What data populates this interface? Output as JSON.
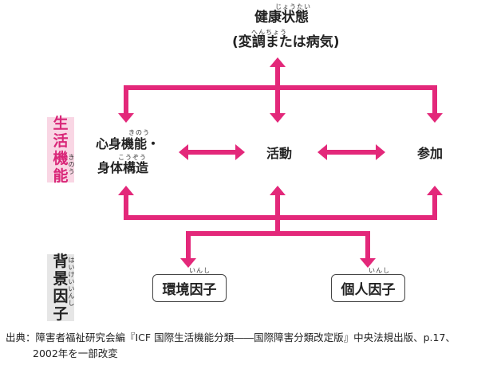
{
  "colors": {
    "arrow": "#e3287a",
    "life_bg": "#f9d6e4",
    "life_text": "#d92678",
    "bg_box": "#e6e6e6"
  },
  "health": {
    "title": "健康状態",
    "title_ruby": "じょうたい",
    "subtitle": "(変調または病気)",
    "subtitle_ruby": "へんちょう"
  },
  "side_labels": {
    "life": {
      "chars": [
        "生",
        "活",
        "機",
        "能"
      ],
      "ruby": "きのう"
    },
    "background": {
      "chars": [
        "背",
        "景",
        "因",
        "子"
      ],
      "ruby": "はいけいいんし"
    }
  },
  "nodes": {
    "body_line1": "心身機能・",
    "body_line1_ruby": "きのう",
    "body_line2": "身体構造",
    "body_line2_ruby": "こうぞう",
    "activity": "活動",
    "participation": "参加"
  },
  "factors": {
    "environment": {
      "label": "環境因子",
      "ruby": "いんし"
    },
    "personal": {
      "label": "個人因子",
      "ruby": "いんし"
    }
  },
  "source": {
    "line1": "出典：障害者福祉研究会編『ICF 国際生活機能分類――国際障害分類改定版』中央法規出版、p.17、",
    "line2": "2002年を一部改変"
  }
}
